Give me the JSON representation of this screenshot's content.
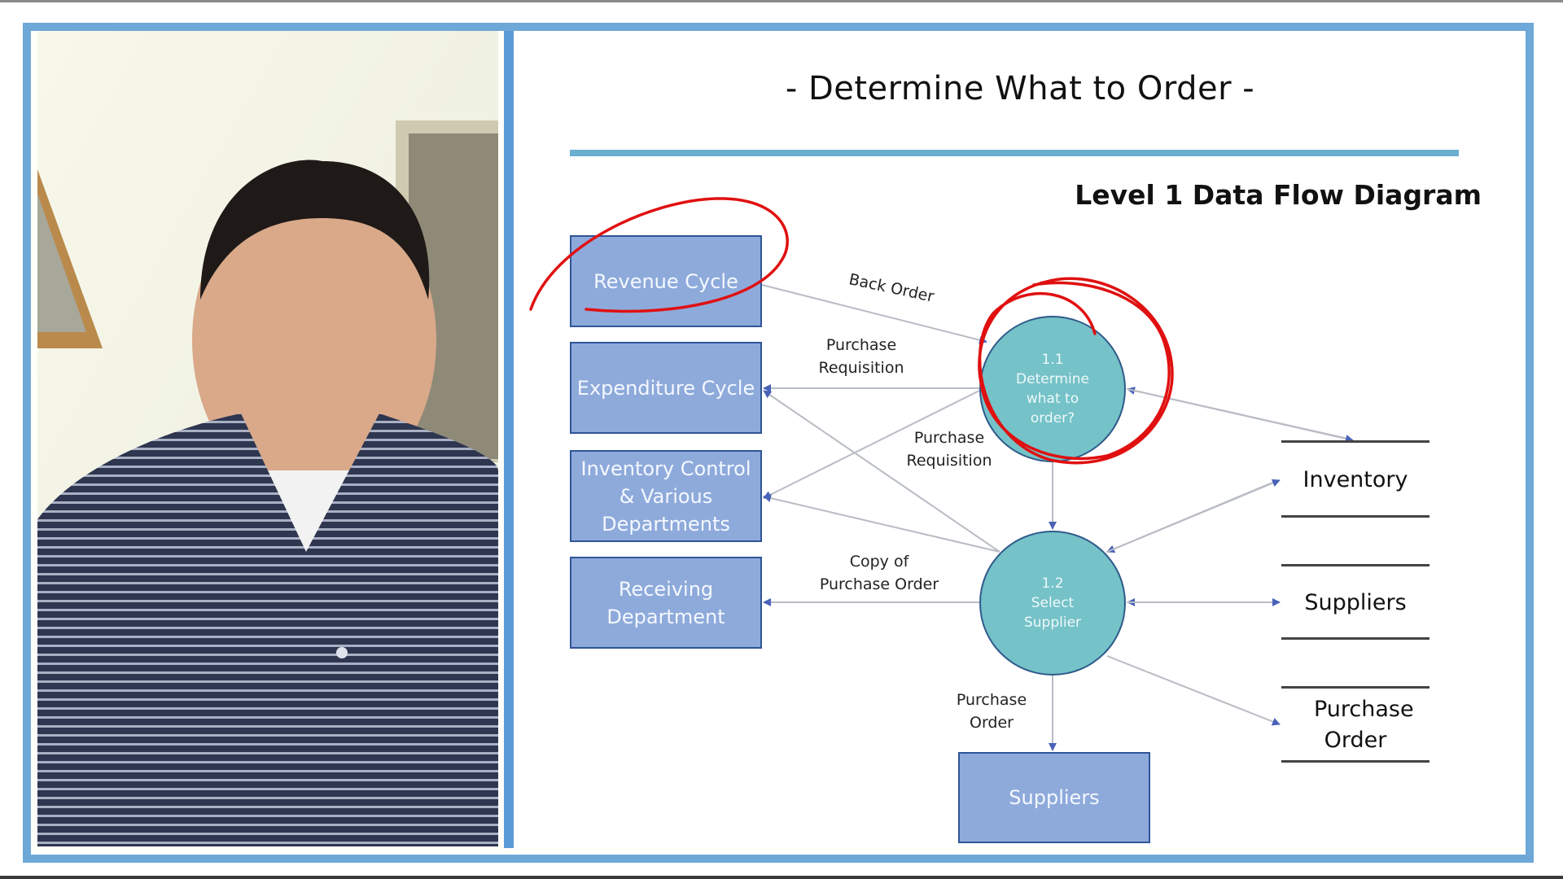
{
  "slide": {
    "title": "- Determine What to Order -",
    "subtitle": "Level 1 Data Flow Diagram"
  },
  "webcam": {
    "description": "Presenter webcam feed"
  },
  "entities": [
    {
      "id": "revenue",
      "label": "Revenue Cycle"
    },
    {
      "id": "expenditure",
      "label": "Expenditure Cycle"
    },
    {
      "id": "inventory_control",
      "label": "Inventory Control & Various Departments"
    },
    {
      "id": "receiving",
      "label": "Receiving Department"
    },
    {
      "id": "suppliers",
      "label": "Suppliers"
    }
  ],
  "processes": [
    {
      "id": "p1_1",
      "number": "1.1",
      "label": "Determine what to order?"
    },
    {
      "id": "p1_2",
      "number": "1.2",
      "label": "Select Supplier"
    }
  ],
  "data_stores": [
    {
      "id": "inventory",
      "label": "Inventory"
    },
    {
      "id": "suppliers_store",
      "label": "Suppliers"
    },
    {
      "id": "purchase_order",
      "label": "Purchase Order"
    }
  ],
  "flows": {
    "back_order": "Back Order",
    "purchase_requisition_1": "Purchase Requisition",
    "purchase_requisition_2": "Purchase Requisition",
    "copy_of_po": "Copy of Purchase Order",
    "purchase_order": "Purchase Order"
  },
  "colors": {
    "frame_blue": "#6ea8d8",
    "entity_fill": "#8eaadb",
    "entity_border": "#2f5597",
    "process_fill": "#75c2c8",
    "annotation_red": "#e01010",
    "title_rule": "#6baed0"
  }
}
